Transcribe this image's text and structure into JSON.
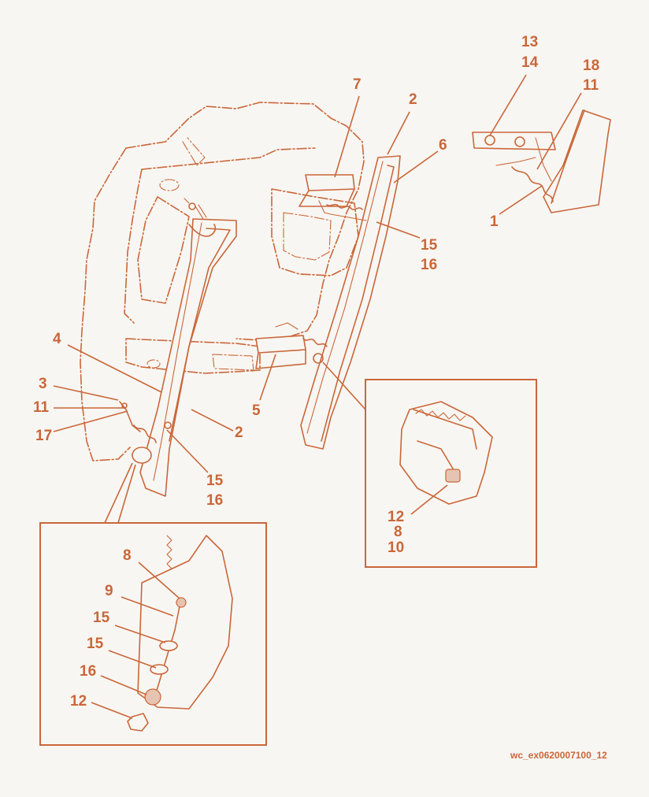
{
  "diagram": {
    "drawing_code": "wc_ex0620007100_12",
    "callouts": {
      "c13": "13",
      "c14": "14",
      "c18": "18",
      "c11_top": "11",
      "c7": "7",
      "c2_top": "2",
      "c6": "6",
      "c1": "1",
      "c15_right": "15",
      "c16_right": "16",
      "c4": "4",
      "c3": "3",
      "c11_left": "11",
      "c17": "17",
      "c5": "5",
      "c2_mid": "2",
      "c15_mid": "15",
      "c16_mid": "16",
      "c12_box": "12",
      "c8_box": "8",
      "c10_box": "10",
      "c8_detail": "8",
      "c9_detail": "9",
      "c15_detail_a": "15",
      "c15_detail_b": "15",
      "c16_detail": "16",
      "c12_detail": "12"
    }
  }
}
